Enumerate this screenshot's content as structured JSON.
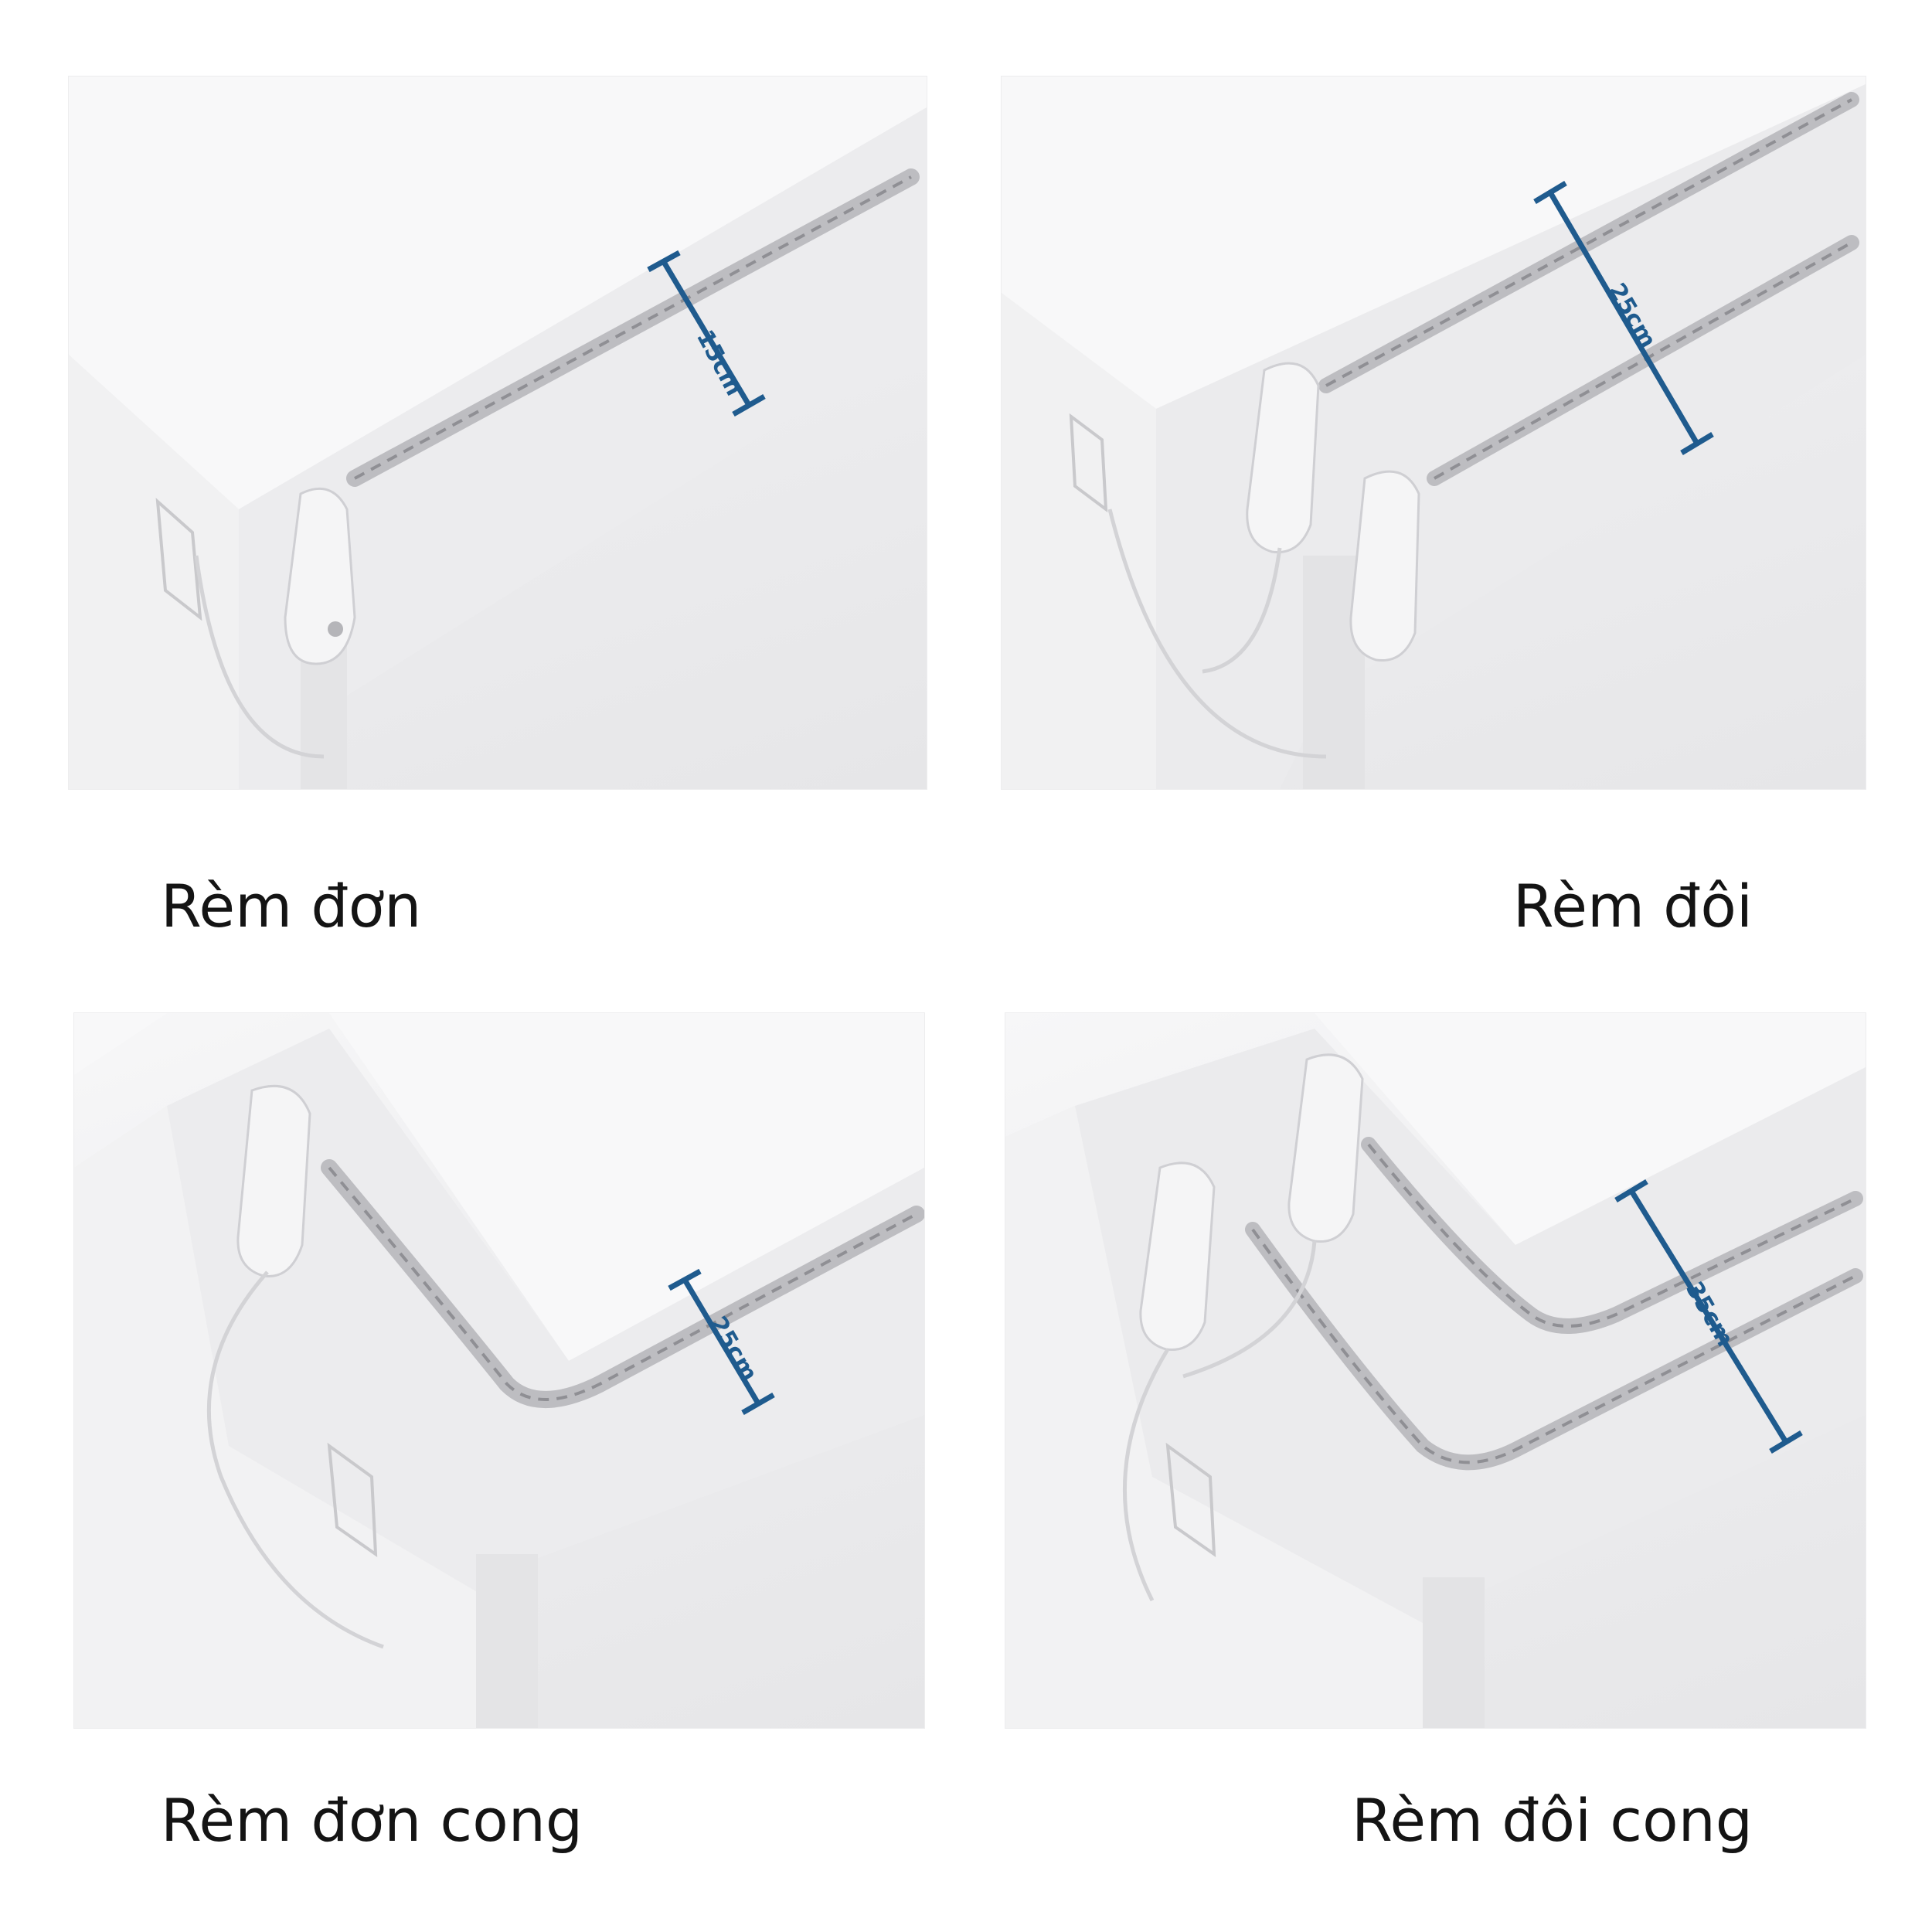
{
  "panels": [
    {
      "caption": "Rèm đơn",
      "measure": "15cm"
    },
    {
      "caption": "Rèm đôi",
      "measure": "25cm"
    },
    {
      "caption": "Rèm đơn cong",
      "measure": "25cm"
    },
    {
      "caption": "Rèm đôi cong",
      "measure": "35cm"
    }
  ],
  "colors": {
    "measure_line": "#1f5b8e",
    "track": "#a8a8ac",
    "wall": "#f3f3f4"
  },
  "icons": [
    "curtain-motor-icon",
    "wall-mount-bracket-icon"
  ]
}
